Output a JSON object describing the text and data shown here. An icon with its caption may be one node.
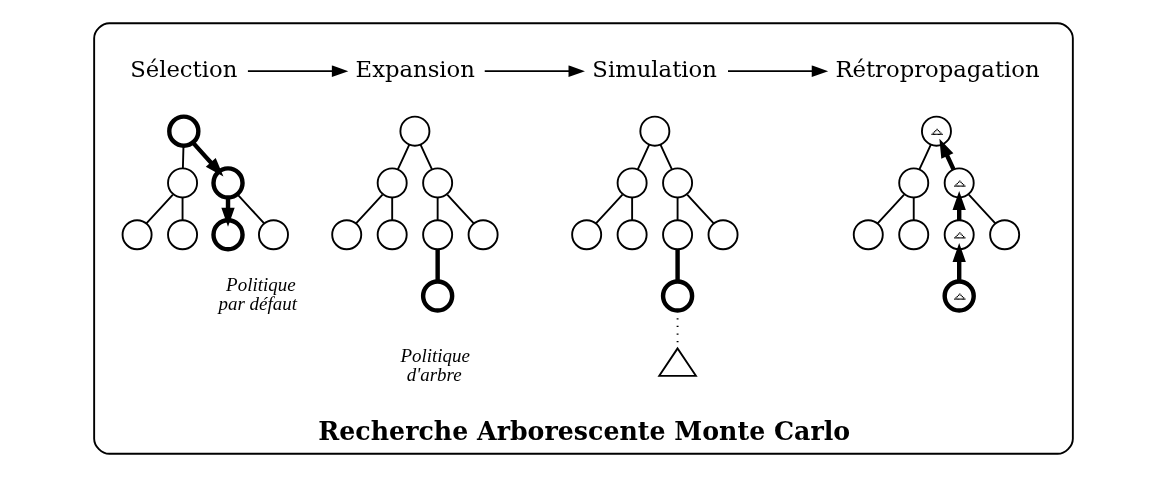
{
  "diagram": {
    "nodes": [
      {
        "text": [
          "Recherche Arborescente Monte Carlo"
        ]
      },
      {
        "text": [
          "Sélection"
        ],
        "in": 0
      },
      {
        "text": [
          "Expansion"
        ],
        "in": 0
      },
      {
        "text": [
          "Simulation"
        ],
        "in": 0
      },
      {
        "text": [
          "Rétropropagation"
        ],
        "in": 0
      },
      {
        "text": [],
        "shape": "circle",
        "in": 0
      },
      {
        "text": [],
        "shape": "circle",
        "in": 0
      },
      {
        "text": [],
        "shape": "circle",
        "in": 0
      },
      {
        "text": [],
        "shape": "circle",
        "in": 0
      },
      {
        "text": [],
        "shape": "circle",
        "in": 0
      },
      {
        "text": [],
        "shape": "circle",
        "in": 0
      },
      {
        "text": [],
        "shape": "circle",
        "in": 0
      },
      {
        "text": [],
        "shape": "circle",
        "in": 0
      },
      {
        "text": [],
        "shape": "circle",
        "in": 0
      },
      {
        "text": [],
        "shape": "circle",
        "in": 0
      },
      {
        "text": [],
        "shape": "circle",
        "in": 0
      },
      {
        "text": [],
        "shape": "circle",
        "in": 0
      },
      {
        "text": [],
        "shape": "circle",
        "in": 0
      },
      {
        "text": [],
        "shape": "circle",
        "in": 0
      },
      {
        "text": [],
        "shape": "circle",
        "in": 0
      },
      {
        "text": [],
        "shape": "circle",
        "in": 0
      },
      {
        "text": [],
        "shape": "circle",
        "in": 0
      },
      {
        "text": [],
        "shape": "circle",
        "in": 0
      },
      {
        "text": [],
        "shape": "circle",
        "in": 0
      },
      {
        "text": [],
        "shape": "circle",
        "in": 0
      },
      {
        "text": [],
        "shape": "circle",
        "in": 0
      },
      {
        "text": [],
        "shape": "circle",
        "in": 0
      },
      {
        "text": [],
        "shape": "circle",
        "in": 0
      },
      {
        "text": [],
        "shape": "triangle",
        "in": 0
      },
      {
        "text": [],
        "shape": "circled-triangle",
        "in": 0
      },
      {
        "text": [],
        "shape": "circle",
        "in": 0
      },
      {
        "text": [],
        "shape": "circled-triangle",
        "in": 0
      },
      {
        "text": [],
        "shape": "circle",
        "in": 0
      },
      {
        "text": [],
        "shape": "circle",
        "in": 0
      },
      {
        "text": [],
        "shape": "circled-triangle",
        "in": 0
      },
      {
        "text": [],
        "shape": "circle",
        "in": 0
      },
      {
        "text": [],
        "shape": "circled-triangle",
        "in": 0
      }
    ],
    "edges": [
      {
        "from": 1,
        "to": 2,
        "arrow": "to"
      },
      {
        "from": 2,
        "to": 3,
        "arrow": "to"
      },
      {
        "from": 3,
        "to": 4,
        "arrow": "to"
      },
      {
        "from": 5,
        "to": 6,
        "arrow": "none"
      },
      {
        "from": 5,
        "to": 7,
        "arrow": "to",
        "style": "thick"
      },
      {
        "from": 6,
        "to": 8,
        "arrow": "none"
      },
      {
        "from": 6,
        "to": 9,
        "arrow": "none"
      },
      {
        "from": 7,
        "to": 10,
        "arrow": "to",
        "style": "thick"
      },
      {
        "from": 7,
        "to": 11,
        "arrow": "none"
      },
      {
        "from": 12,
        "to": 13,
        "arrow": "none"
      },
      {
        "from": 12,
        "to": 14,
        "arrow": "none"
      },
      {
        "from": 13,
        "to": 15,
        "arrow": "none"
      },
      {
        "from": 13,
        "to": 16,
        "arrow": "none"
      },
      {
        "from": 14,
        "to": 17,
        "arrow": "none"
      },
      {
        "from": 14,
        "to": 18,
        "arrow": "none"
      },
      {
        "from": 17,
        "to": 19,
        "arrow": "none",
        "style": "thick"
      },
      {
        "from": 20,
        "to": 21,
        "arrow": "none"
      },
      {
        "from": 20,
        "to": 22,
        "arrow": "none"
      },
      {
        "from": 21,
        "to": 23,
        "arrow": "none"
      },
      {
        "from": 21,
        "to": 24,
        "arrow": "none"
      },
      {
        "from": 22,
        "to": 25,
        "arrow": "none"
      },
      {
        "from": 22,
        "to": 26,
        "arrow": "none"
      },
      {
        "from": 25,
        "to": 27,
        "arrow": "none",
        "style": "thick"
      },
      {
        "from": 27,
        "to": 28,
        "arrow": "none",
        "style": "dashed"
      },
      {
        "from": 29,
        "to": 30,
        "arrow": "none"
      },
      {
        "from": 31,
        "to": 29,
        "arrow": "to",
        "style": "thick"
      },
      {
        "from": 30,
        "to": 32,
        "arrow": "none"
      },
      {
        "from": 30,
        "to": 33,
        "arrow": "none"
      },
      {
        "from": 34,
        "to": 31,
        "arrow": "to",
        "style": "thick"
      },
      {
        "from": 31,
        "to": 35,
        "arrow": "none"
      },
      {
        "from": 36,
        "to": 34,
        "arrow": "to",
        "style": "thick"
      }
    ],
    "labels": [
      "Politique d'arbre",
      "Politique par défaut"
    ]
  }
}
